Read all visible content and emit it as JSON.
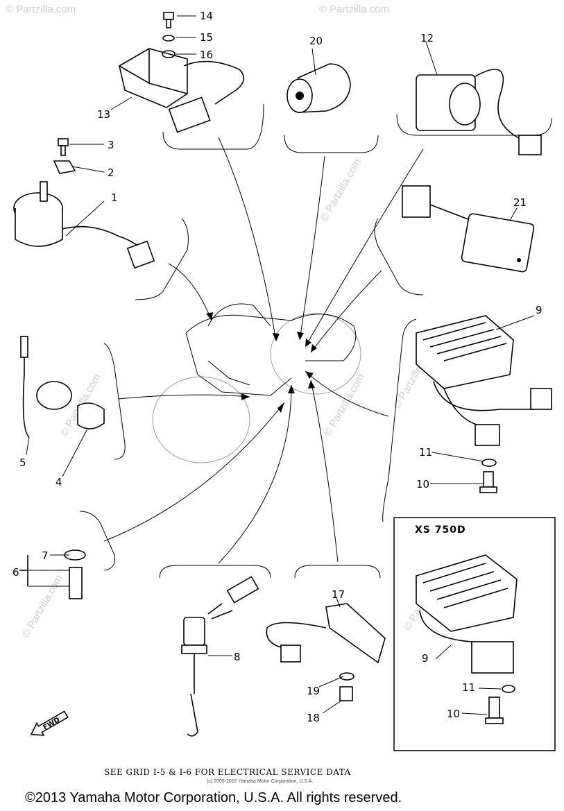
{
  "diagram": {
    "part_labels": [
      "1",
      "2",
      "3",
      "4",
      "5",
      "6",
      "7",
      "8",
      "9",
      "10",
      "11",
      "12",
      "13",
      "14",
      "15",
      "16",
      "17",
      "18",
      "19",
      "20",
      "21"
    ],
    "inset": {
      "title": "XS 750D",
      "labels": [
        "9",
        "11",
        "10"
      ]
    },
    "direction_tag": "FWD",
    "note": "SEE GRID I-5 & I-6 FOR ELECTRICAL SERVICE DATA",
    "small_copyright": "(c) 2005-2016 Yamaha Motor Corporation, U.S.A.",
    "footer_copyright": "©2013 Yamaha Motor Corporation, U.S.A. All rights reserved.",
    "watermark": "© Partzilla.com"
  }
}
